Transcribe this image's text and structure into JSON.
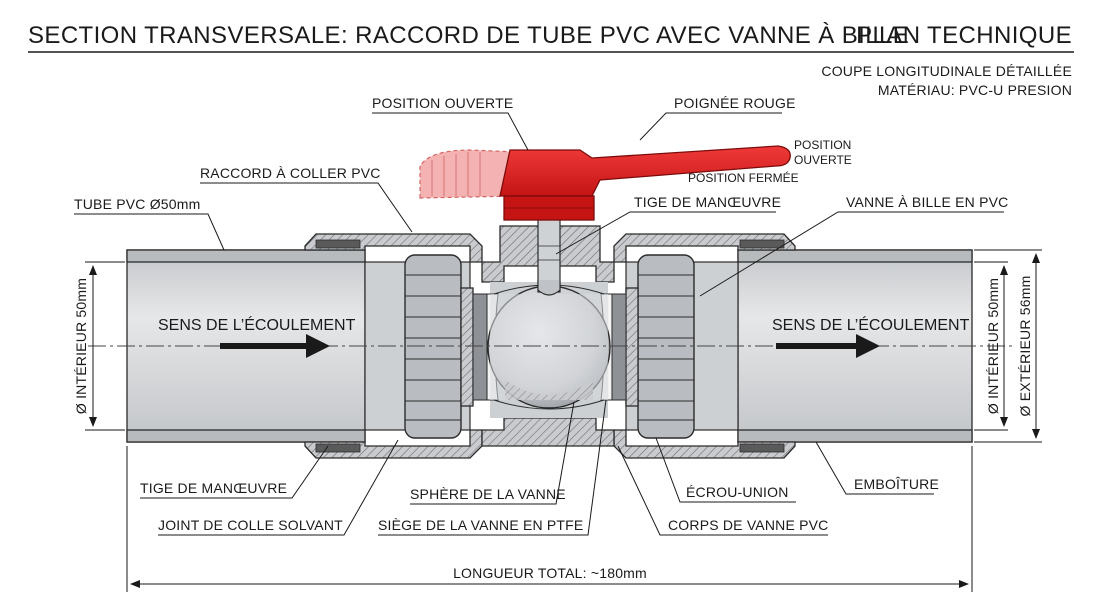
{
  "title": "SECTION TRANSVERSALE: RACCORD DE TUBE PVC AVEC VANNE À BILLE",
  "header_right": "PLAN TECHNIQUE",
  "subtitle_lines": [
    "COUPE LONGITUDINALE DÉTAILLÉE",
    "MATÉRIAU: PVC-U PRESION"
  ],
  "labels": {
    "position_ouverte": "POSITION OUVERTE",
    "poignee_rouge": "POIGNÉE ROUGE",
    "handle_position_open_1": "POSITION",
    "handle_position_open_2": "OUVERTE",
    "handle_position_closed": "POSITION FERMÉE",
    "raccord_coller": "RACCORD À COLLER PVC",
    "tige_manoeuvre_top": "TIGE DE MANŒUVRE",
    "vanne_bille": "VANNE À BILLE EN PVC",
    "tube_pvc": "TUBE PVC Ø50mm",
    "flow_left": "SENS DE L’ÉCOULEMENT",
    "flow_right": "SENS DE L’ÉCOULEMENT",
    "dim_interior_left": "Ø INTÉRIEUR 50mm",
    "dim_interior_right": "Ø INTÉRIEUR 50mm",
    "dim_exterior_right": "Ø EXTÉRIEUR 56mm",
    "tige_manoeuvre_bottom": "TIGE DE MANŒUVRE",
    "joint_colle": "JOINT DE COLLE SOLVANT",
    "sphere": "SPHÈRE DE LA VANNE",
    "siege": "SIÈGE DE LA VANNE EN PTFE",
    "ecrou_union": "ÉCROU-UNION",
    "corps_vanne": "CORPS DE VANNE PVC",
    "emboiture": "EMBOÎTURE",
    "longueur_total": "LONGUEUR TOTAL: ~180mm"
  },
  "colors": {
    "handle_red": "#e21b1b",
    "handle_red_dark": "#b51111",
    "handle_ghost": "#f2a3a3",
    "pvc_grey": "#d3d5d7",
    "ink": "#1a1a1a"
  },
  "icons": [
    "flow-arrow-icon",
    "dimension-arrow-icon"
  ]
}
